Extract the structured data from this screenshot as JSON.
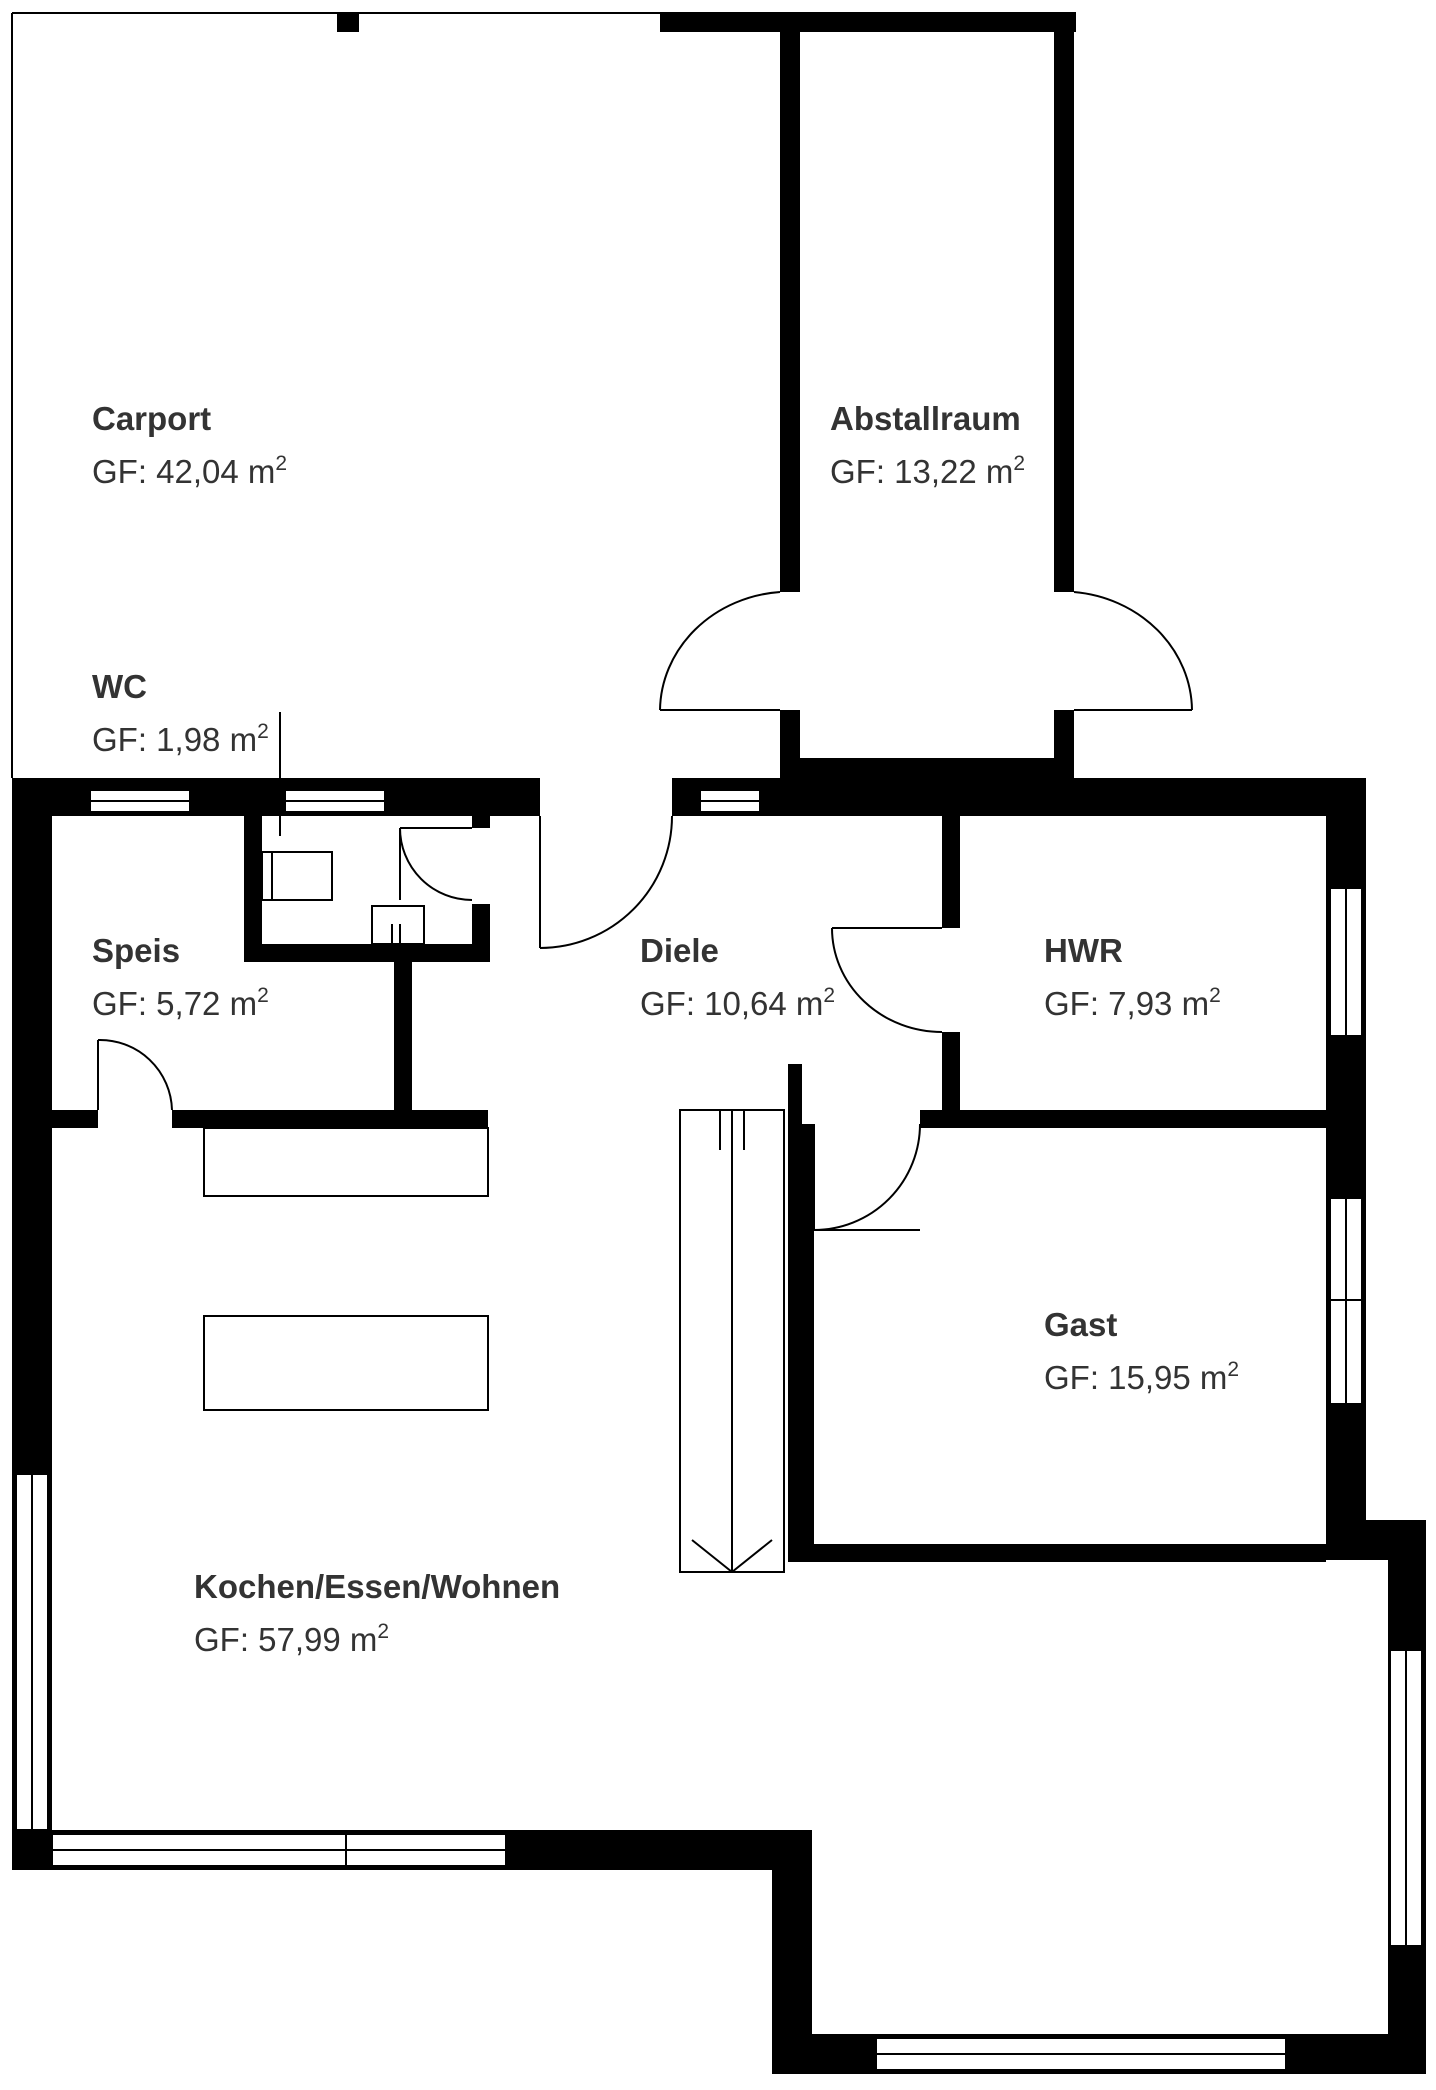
{
  "rooms": [
    {
      "id": "carport",
      "name": "Carport",
      "gf_label": "GF:",
      "area": "42,04 m",
      "unit_exp": "2"
    },
    {
      "id": "abstell",
      "name": "Abstallraum",
      "gf_label": "GF:",
      "area": "13,22 m",
      "unit_exp": "2"
    },
    {
      "id": "wc",
      "name": "WC",
      "gf_label": "GF:",
      "area": "1,98 m",
      "unit_exp": "2"
    },
    {
      "id": "speis",
      "name": "Speis",
      "gf_label": "GF:",
      "area": "5,72 m",
      "unit_exp": "2"
    },
    {
      "id": "diele",
      "name": "Diele",
      "gf_label": "GF:",
      "area": "10,64 m",
      "unit_exp": "2"
    },
    {
      "id": "hwr",
      "name": "HWR",
      "gf_label": "GF:",
      "area": "7,93 m",
      "unit_exp": "2"
    },
    {
      "id": "gast",
      "name": "Gast",
      "gf_label": "GF:",
      "area": "15,95 m",
      "unit_exp": "2"
    },
    {
      "id": "kochen",
      "name": "Kochen/Essen/Wohnen",
      "gf_label": "GF:",
      "area": "57,99 m",
      "unit_exp": "2"
    }
  ]
}
